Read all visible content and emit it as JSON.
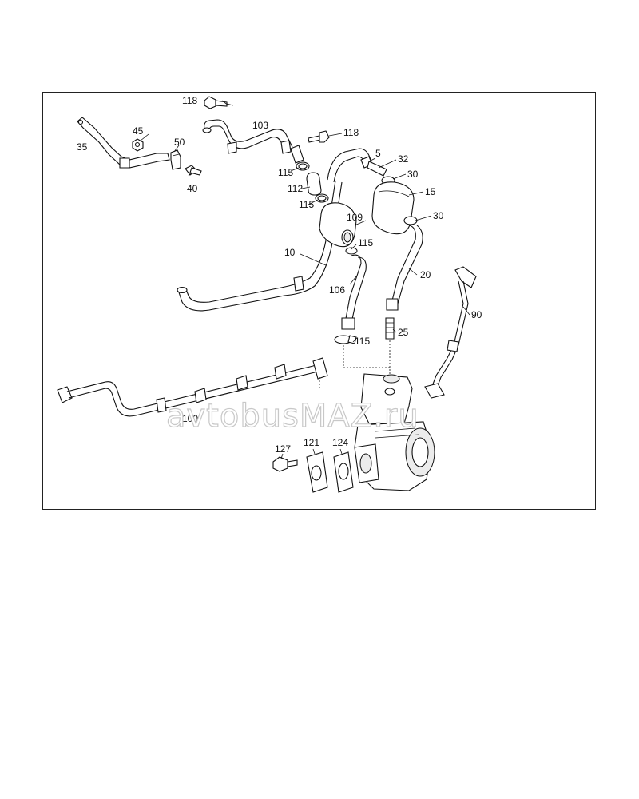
{
  "diagram": {
    "labels": {
      "l118a": "118",
      "l103": "103",
      "l118b": "118",
      "l45": "45",
      "l35": "35",
      "l50": "50",
      "l40": "40",
      "l115a": "115",
      "l112": "112",
      "l115b": "115",
      "l5": "5",
      "l32": "32",
      "l30a": "30",
      "l15": "15",
      "l30b": "30",
      "l109": "109",
      "l115c": "115",
      "l10": "10",
      "l106": "106",
      "l20": "20",
      "l90": "90",
      "l115d": "115",
      "l25": "25",
      "l100": "100",
      "l127": "127",
      "l121": "121",
      "l124": "124"
    },
    "watermark": "avtobusMAZ.ru"
  }
}
